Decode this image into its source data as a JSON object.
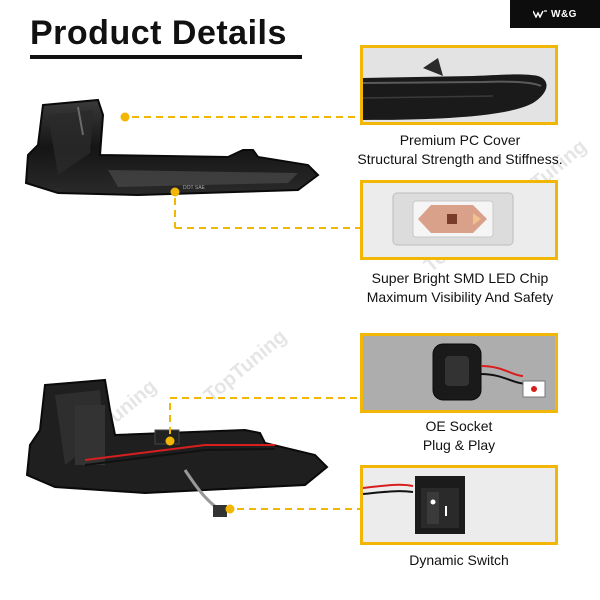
{
  "brand": {
    "label": "W&G"
  },
  "title": "Product Details",
  "features": [
    {
      "line1": "Premium PC Cover",
      "line2": "Structural Strength and Stiffness."
    },
    {
      "line1": "Super Bright SMD LED Chip",
      "line2": "Maximum Visibility And Safety"
    },
    {
      "line1": "OE Socket",
      "line2": "Plug & Play"
    },
    {
      "line1": "Dynamic Switch"
    }
  ],
  "part_marking": "DOT SAE",
  "watermark": "TopTuning",
  "colors": {
    "accent": "#f2b705",
    "dark": "#111111",
    "wire": "#d81e1e"
  }
}
